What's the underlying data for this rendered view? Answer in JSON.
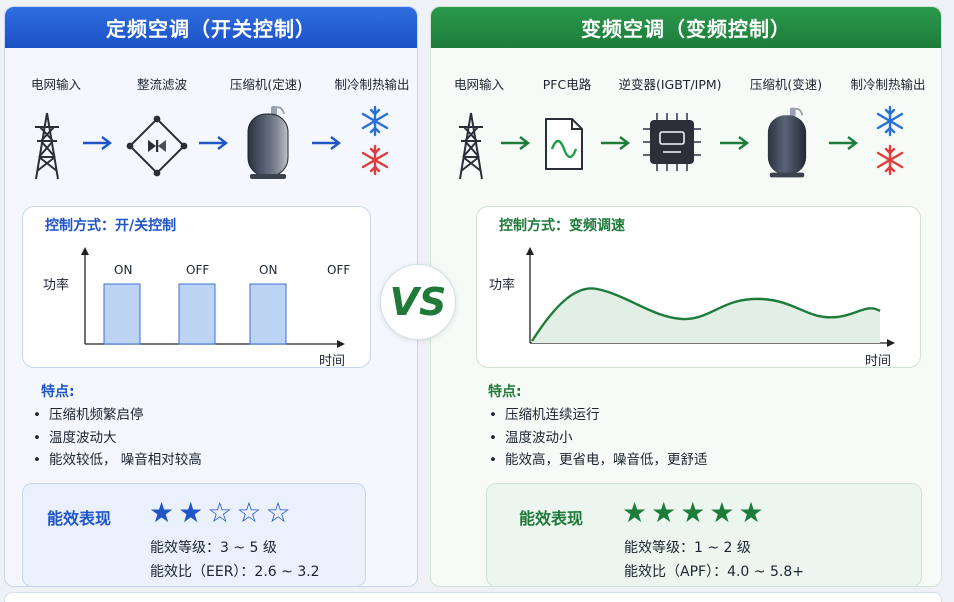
{
  "left": {
    "header": "定频空调（开关控制）",
    "stages": [
      "电网输入",
      "整流滤波",
      "压缩机(定速)",
      "制冷制热输出"
    ],
    "control": {
      "title": "控制方式：开/关控制",
      "y_label": "功率",
      "x_label": "时间",
      "states": [
        "ON",
        "OFF",
        "ON",
        "OFF"
      ]
    },
    "features": {
      "title": "特点:",
      "items": [
        "压缩机频繁启停",
        "温度波动大",
        "能效较低， 噪音相对较高"
      ]
    },
    "efficiency": {
      "title": "能效表现",
      "rating": 2,
      "max_rating": 5,
      "grade": "能效等级：3 ~ 5 级",
      "ratio": "能效比（EER）：2.6 ~ 3.2"
    }
  },
  "right": {
    "header": "变频空调（变频控制）",
    "stages": [
      "电网输入",
      "PFC电路",
      "逆变器(IGBT/IPM)",
      "压缩机(变速)",
      "制冷制热输出"
    ],
    "control": {
      "title": "控制方式：变频调速",
      "y_label": "功率",
      "x_label": "时间"
    },
    "features": {
      "title": "特点:",
      "items": [
        "压缩机连续运行",
        "温度波动小",
        "能效高，更省电，噪音低，更舒适"
      ]
    },
    "efficiency": {
      "title": "能效表现",
      "rating": 5,
      "max_rating": 5,
      "grade": "能效等级：1 ~ 2 级",
      "ratio": "能效比（APF）：4.0 ~ 5.8+"
    }
  },
  "vs_label": "VS",
  "colors": {
    "blue": "#1f55c7",
    "green": "#1d7c3a",
    "snow_blue": "#2a6fd8",
    "heat_red": "#e23b3b"
  }
}
